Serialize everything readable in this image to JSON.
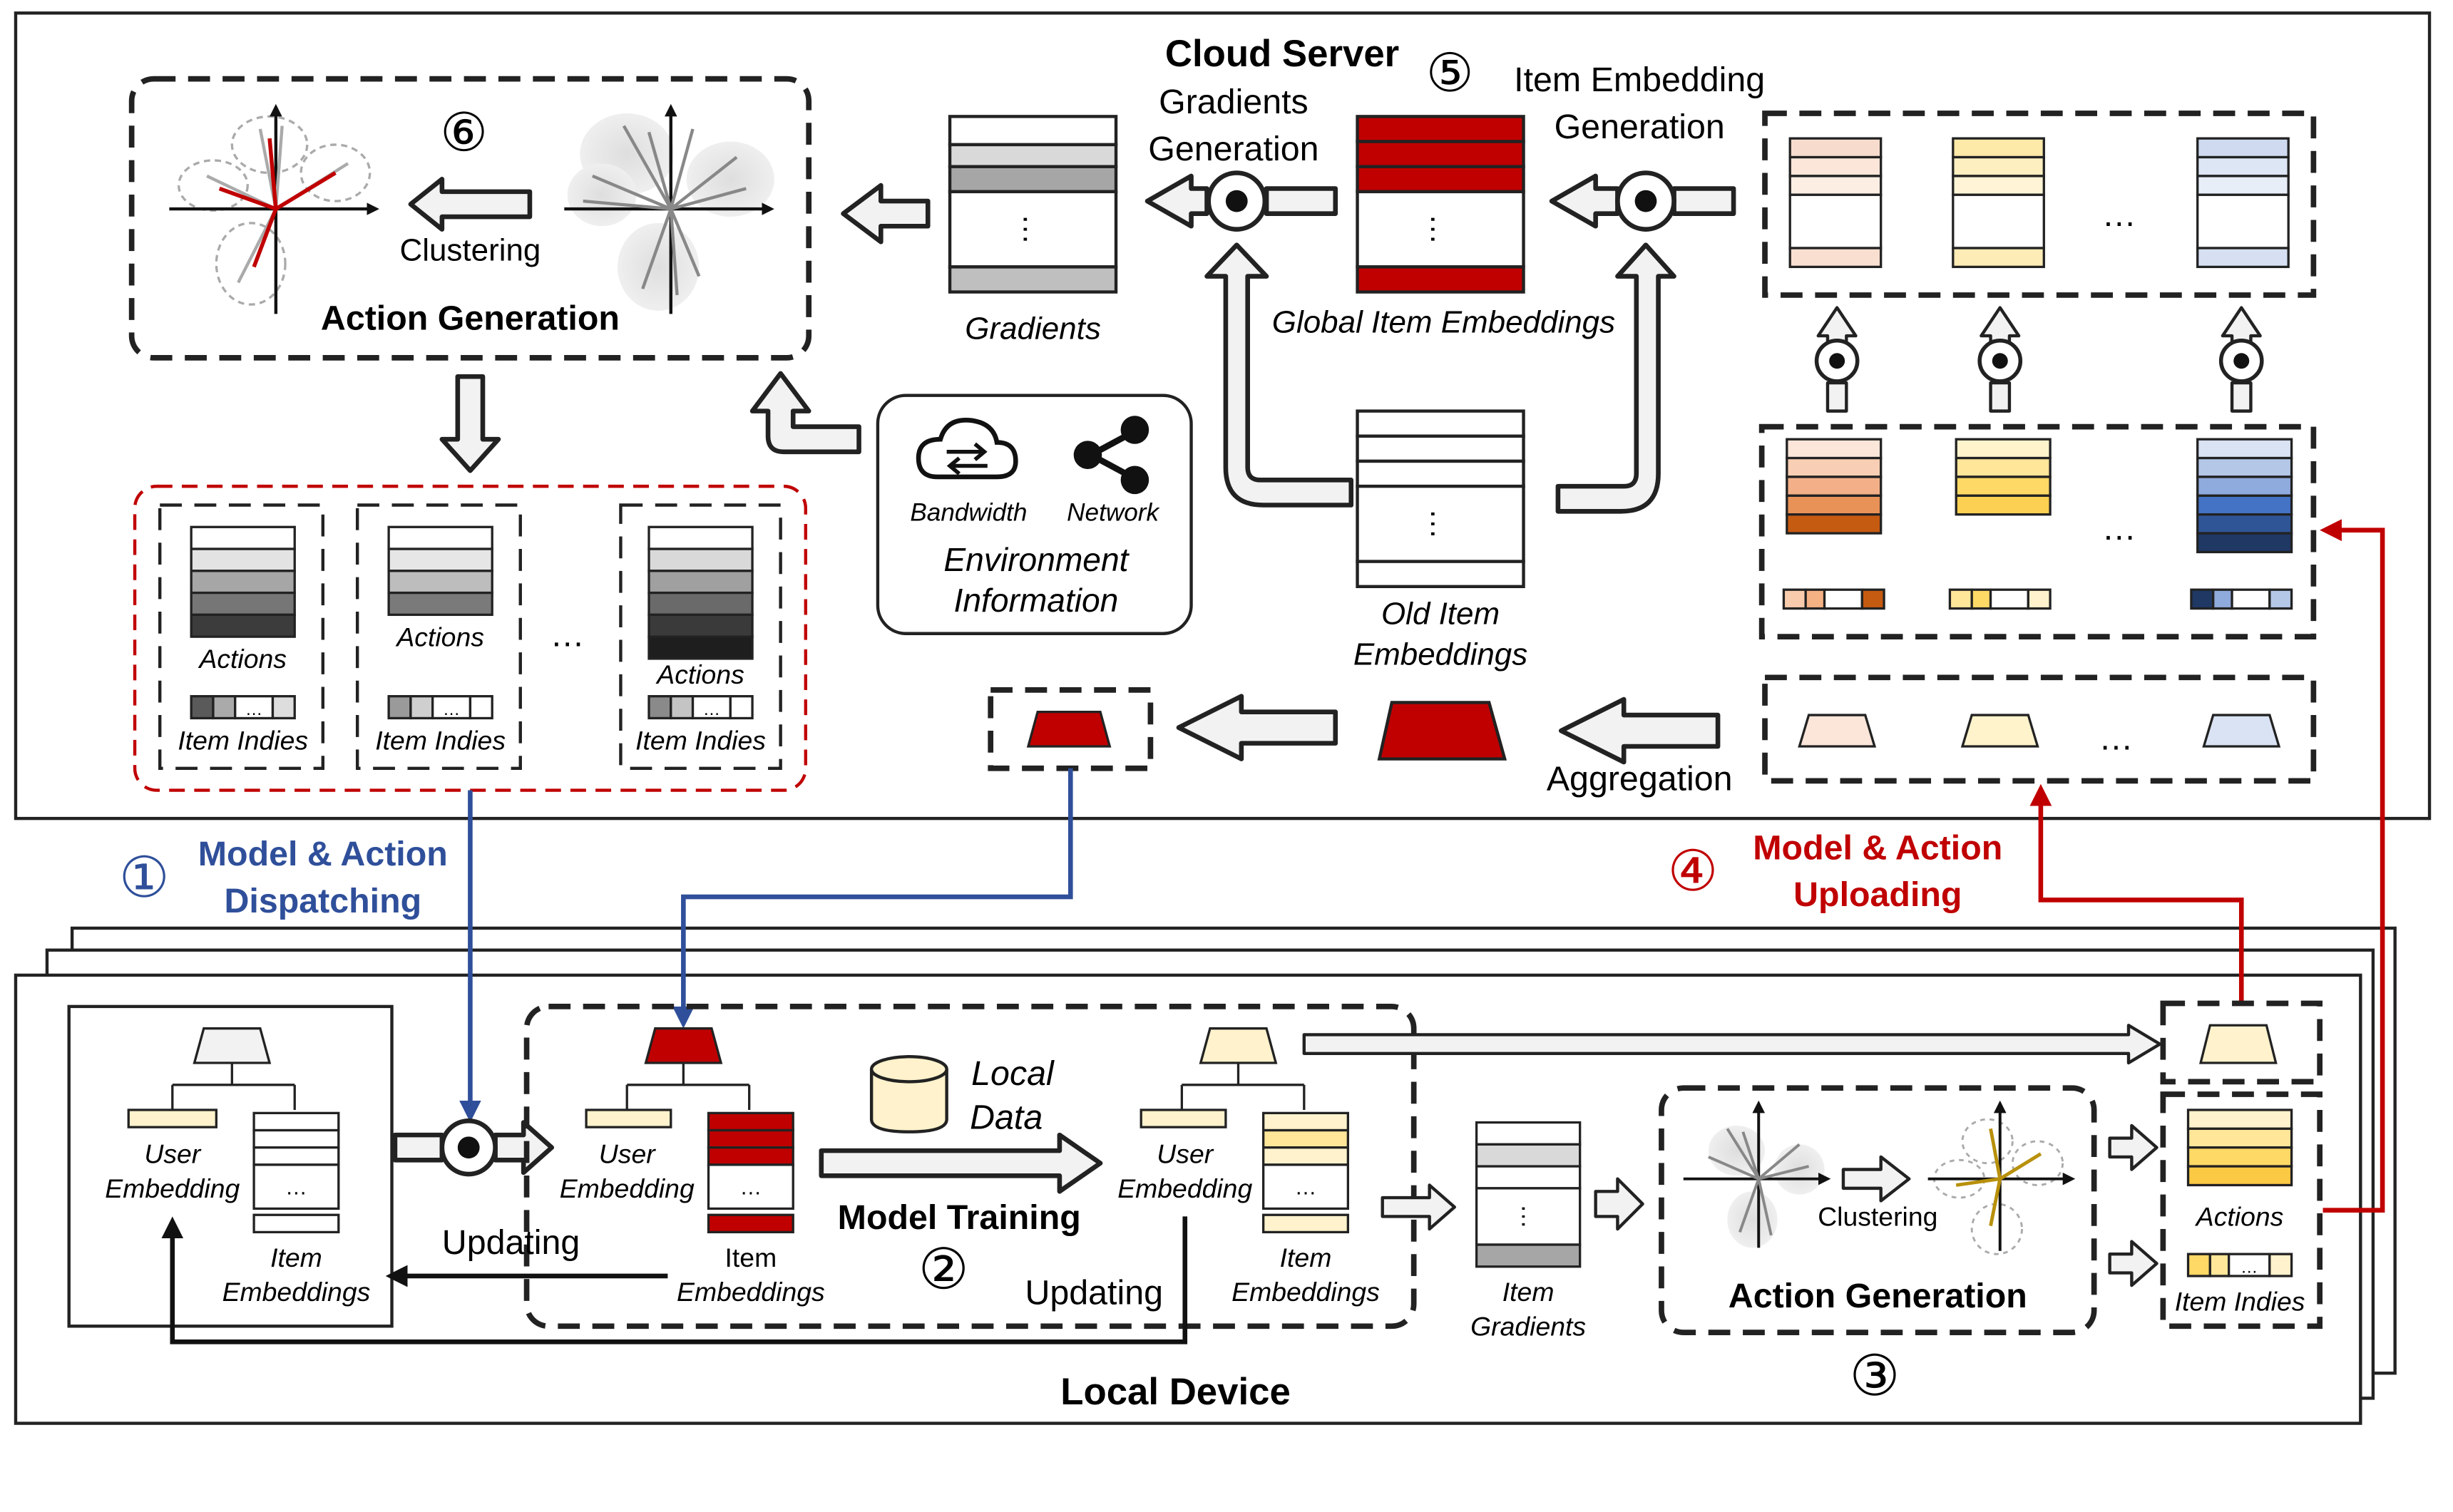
{
  "cloud": {
    "title": "Cloud Server",
    "step5": "⑤",
    "step6": "⑥",
    "item_emb_gen_1": "Item Embedding",
    "item_emb_gen_2": "Generation",
    "grad_gen_1": "Gradients",
    "grad_gen_2": "Generation",
    "clustering": "Clustering",
    "action_generation": "Action Generation",
    "gradients": "Gradients",
    "global_item_embeddings": "Global Item Embeddings",
    "old_item_1": "Old Item",
    "old_item_2": "Embeddings",
    "bandwidth": "Bandwidth",
    "network": "Network",
    "env_1": "Environment",
    "env_2": "Information",
    "aggregation": "Aggregation",
    "actions": "Actions",
    "item_indies": "Item Indies",
    "ellipsis": "…"
  },
  "flows": {
    "step1": "①",
    "dispatch_1": "Model & Action",
    "dispatch_2": "Dispatching",
    "step4": "④",
    "upload_1": "Model & Action",
    "upload_2": "Uploading"
  },
  "local": {
    "title": "Local Device",
    "step2": "②",
    "step3": "③",
    "user_1": "User",
    "user_2": "Embedding",
    "item_1": "Item",
    "item_2": "Embeddings",
    "updating": "Updating",
    "model_training": "Model Training",
    "local_1": "Local",
    "local_2": "Data",
    "item_gradients_1": "Item",
    "item_gradients_2": "Gradients",
    "clustering": "Clustering",
    "action_generation": "Action Generation",
    "actions": "Actions",
    "item_indies": "Item Indies"
  },
  "colors": {
    "dispatch_blue": "#2f4f9a",
    "upload_red": "#c00000",
    "model_red": "#c00000"
  }
}
